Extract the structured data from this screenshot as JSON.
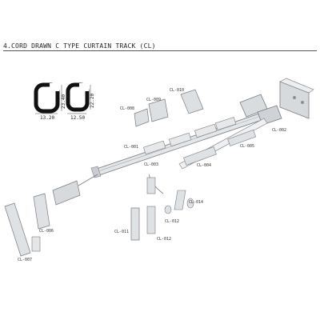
{
  "title": "4.CORD DRAWN C TYPE CURTAIN TRACK (CL)",
  "profiles": {
    "left": {
      "width": "13.20",
      "height": "23.40"
    },
    "right": {
      "width": "12.50",
      "height": "22.20"
    }
  },
  "parts": {
    "cl001": "CL-001",
    "cl002": "CL-002",
    "cl003": "CL-003",
    "cl004": "CL-004",
    "cl005": "CL-005",
    "cl006": "CL-006",
    "cl007": "CL-007",
    "cl008": "CL-008",
    "cl009": "CL-009",
    "cl010": "CL-010",
    "cl011": "CL-011",
    "cl012a": "CL-012",
    "cl012b": "CL-012",
    "cl014": "CL-014"
  },
  "colors": {
    "metal": "#d9dcdf",
    "outline": "#777b80",
    "dark": "#8a8f95"
  }
}
